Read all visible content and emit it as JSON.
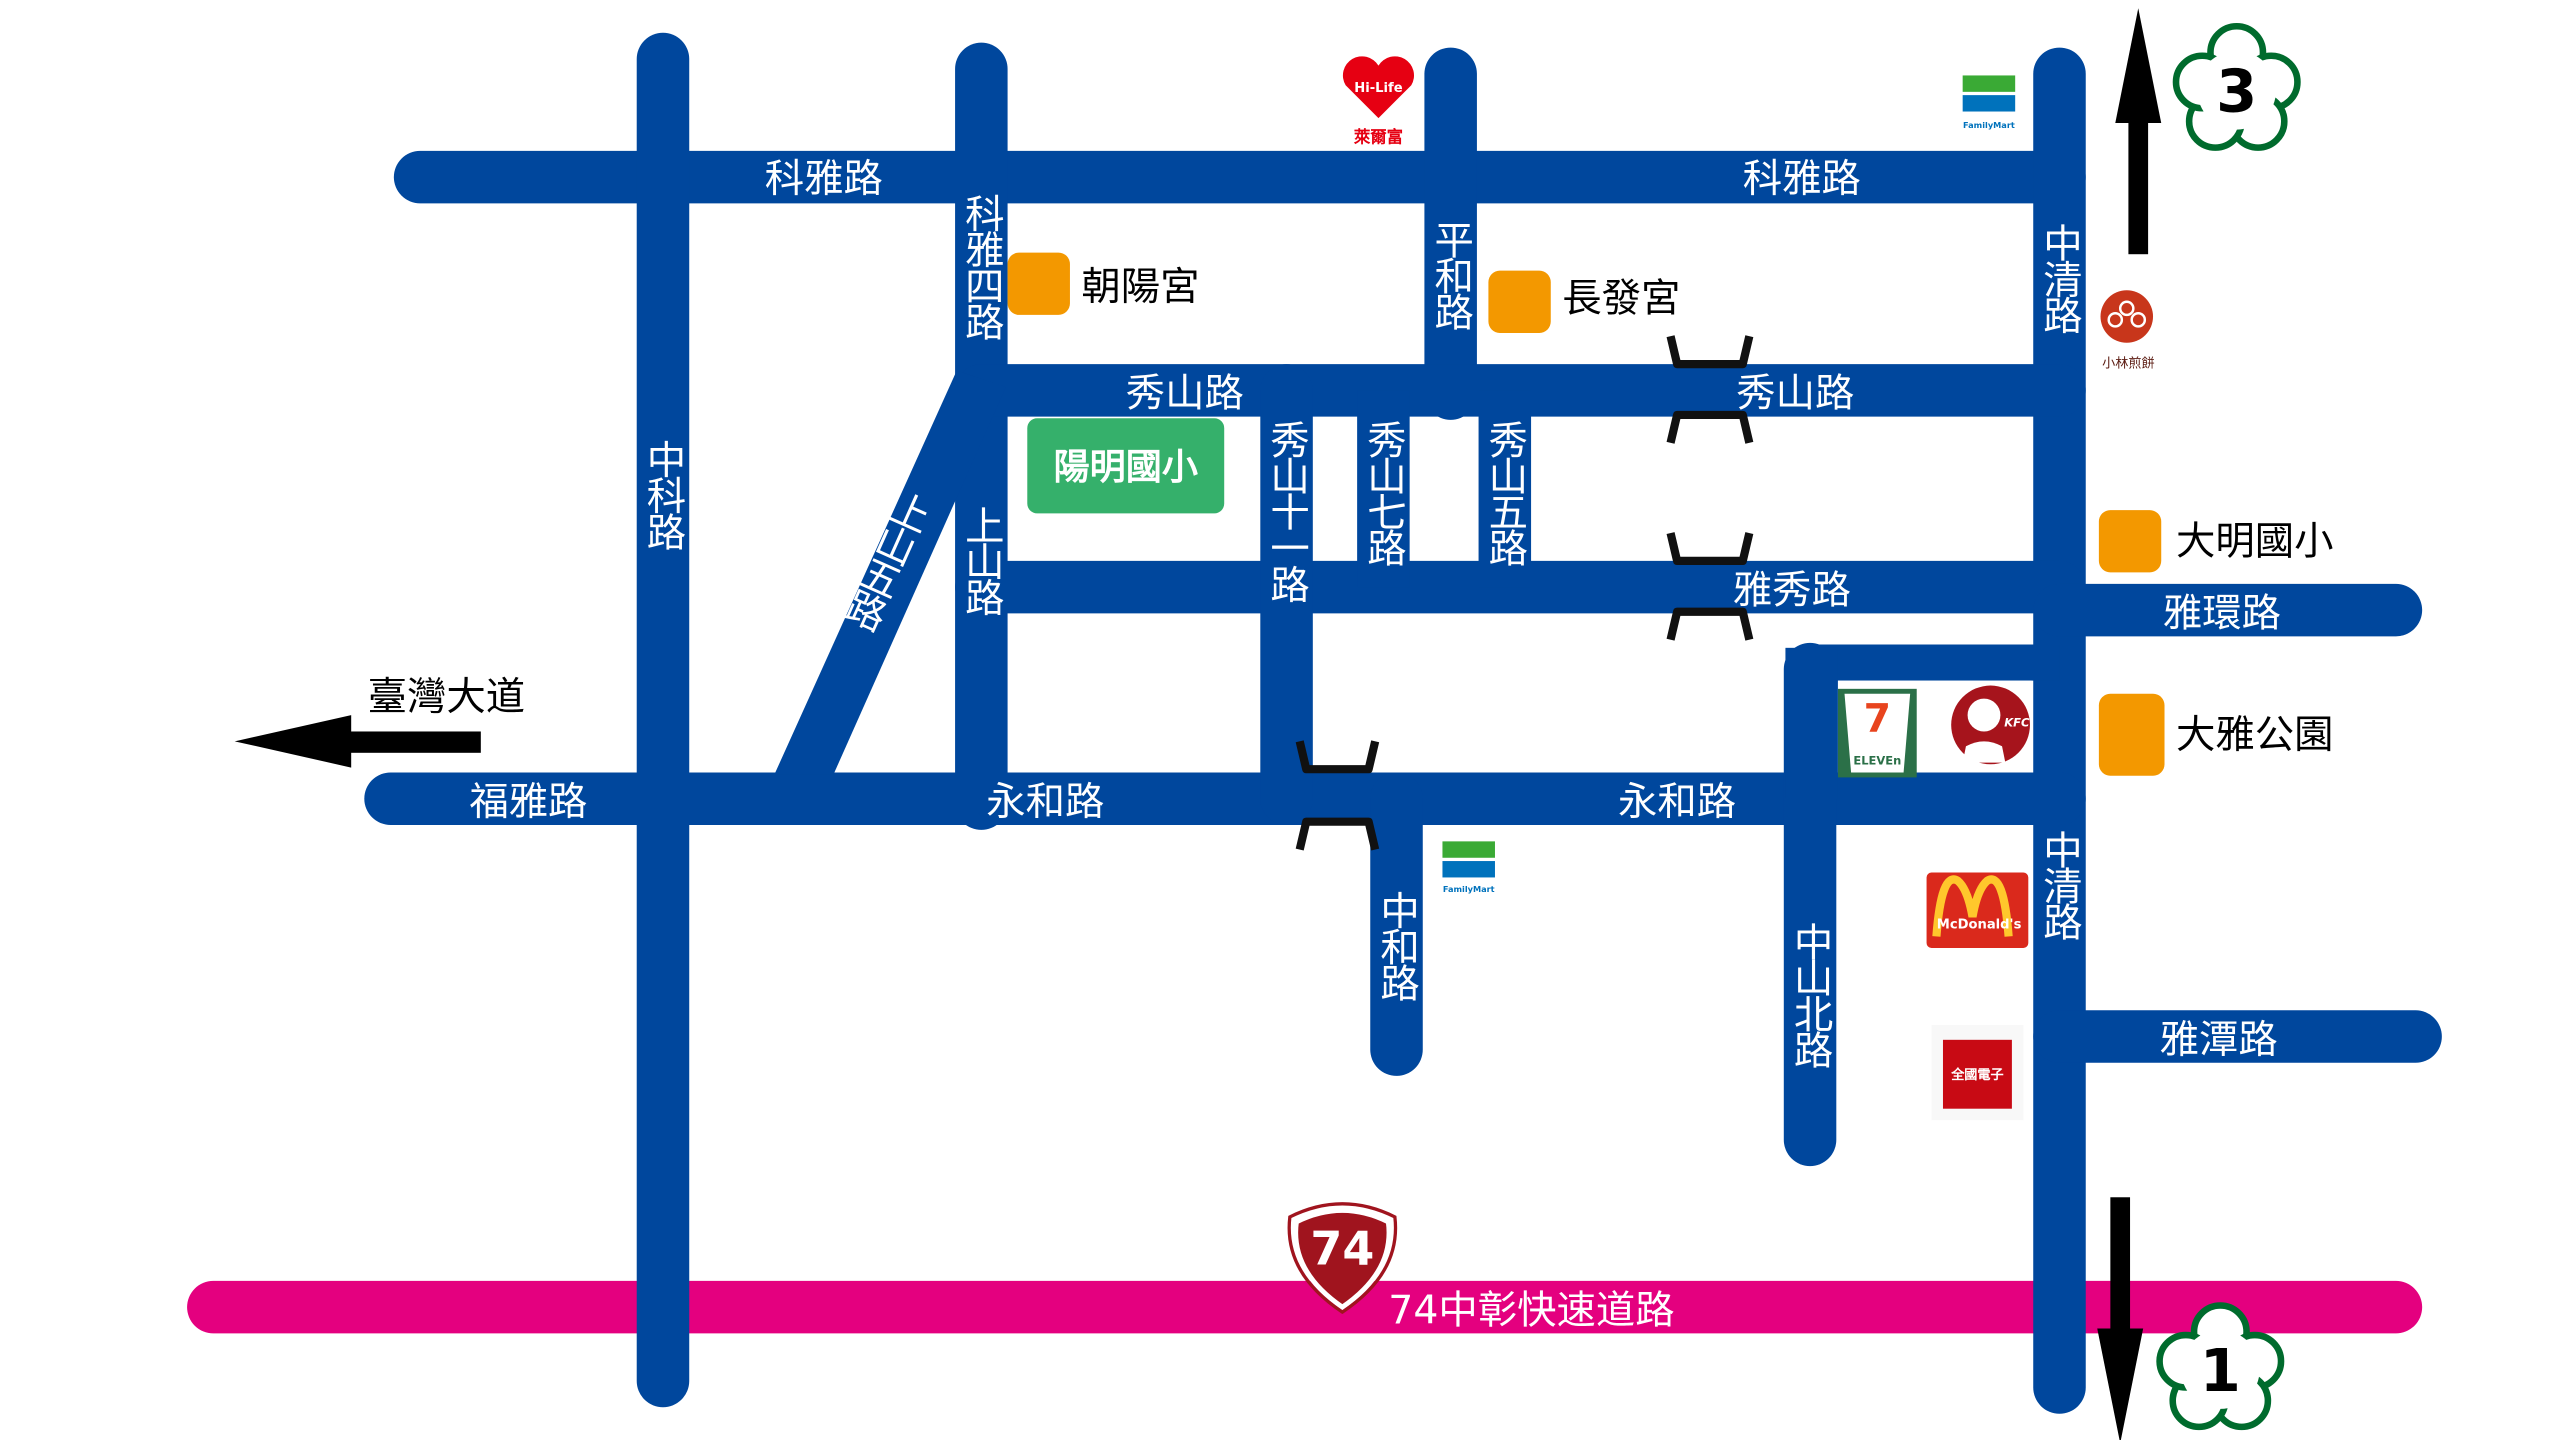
{
  "colors": {
    "road": "#00479D",
    "highway": "#E4007F",
    "poi": "#F39800",
    "school": "#35B06B",
    "badge": "#006B2D",
    "shield": "#A0141E"
  },
  "roads": {
    "keya_w": "科雅路",
    "keya_e": "科雅路",
    "keya4": "科雅四路",
    "pinghe": "平和路",
    "zhongqing_n": "中清路",
    "zhongqing_s": "中清路",
    "xiushan_w": "秀山路",
    "xiushan_e": "秀山路",
    "xiushan11": "秀山十一路",
    "xiushan7": "秀山七路",
    "xiushan5": "秀山五路",
    "shangshan": "上山路",
    "shangshan5": "上山五路",
    "zhongke": "中科路",
    "yaxiu": "雅秀路",
    "yahuan": "雅環路",
    "fuya": "福雅路",
    "yonghe_w": "永和路",
    "yonghe_e": "永和路",
    "zhonghe": "中和路",
    "zhongshan_n": "中山北路",
    "yatan": "雅潭路",
    "highway74": "74中彰快速道路",
    "taiwan_blvd": "臺灣大道"
  },
  "pois": {
    "chaoyang": "朝陽宮",
    "changfa": "長發宮",
    "daming": "大明國小",
    "daya_park": "大雅公園",
    "yangming": "陽明國小"
  },
  "logos": {
    "hilife": "Hi-Life",
    "hilife_cn": "萊爾富",
    "familymart": "FamilyMart",
    "kobayashi": "小林煎餅",
    "seven": "7",
    "eleven": "ELEVEn",
    "kfc": "KFC",
    "mcd": "McDonald's",
    "elife": "全國電子",
    "shield": "74"
  },
  "badges": {
    "north": "3",
    "south": "1"
  }
}
